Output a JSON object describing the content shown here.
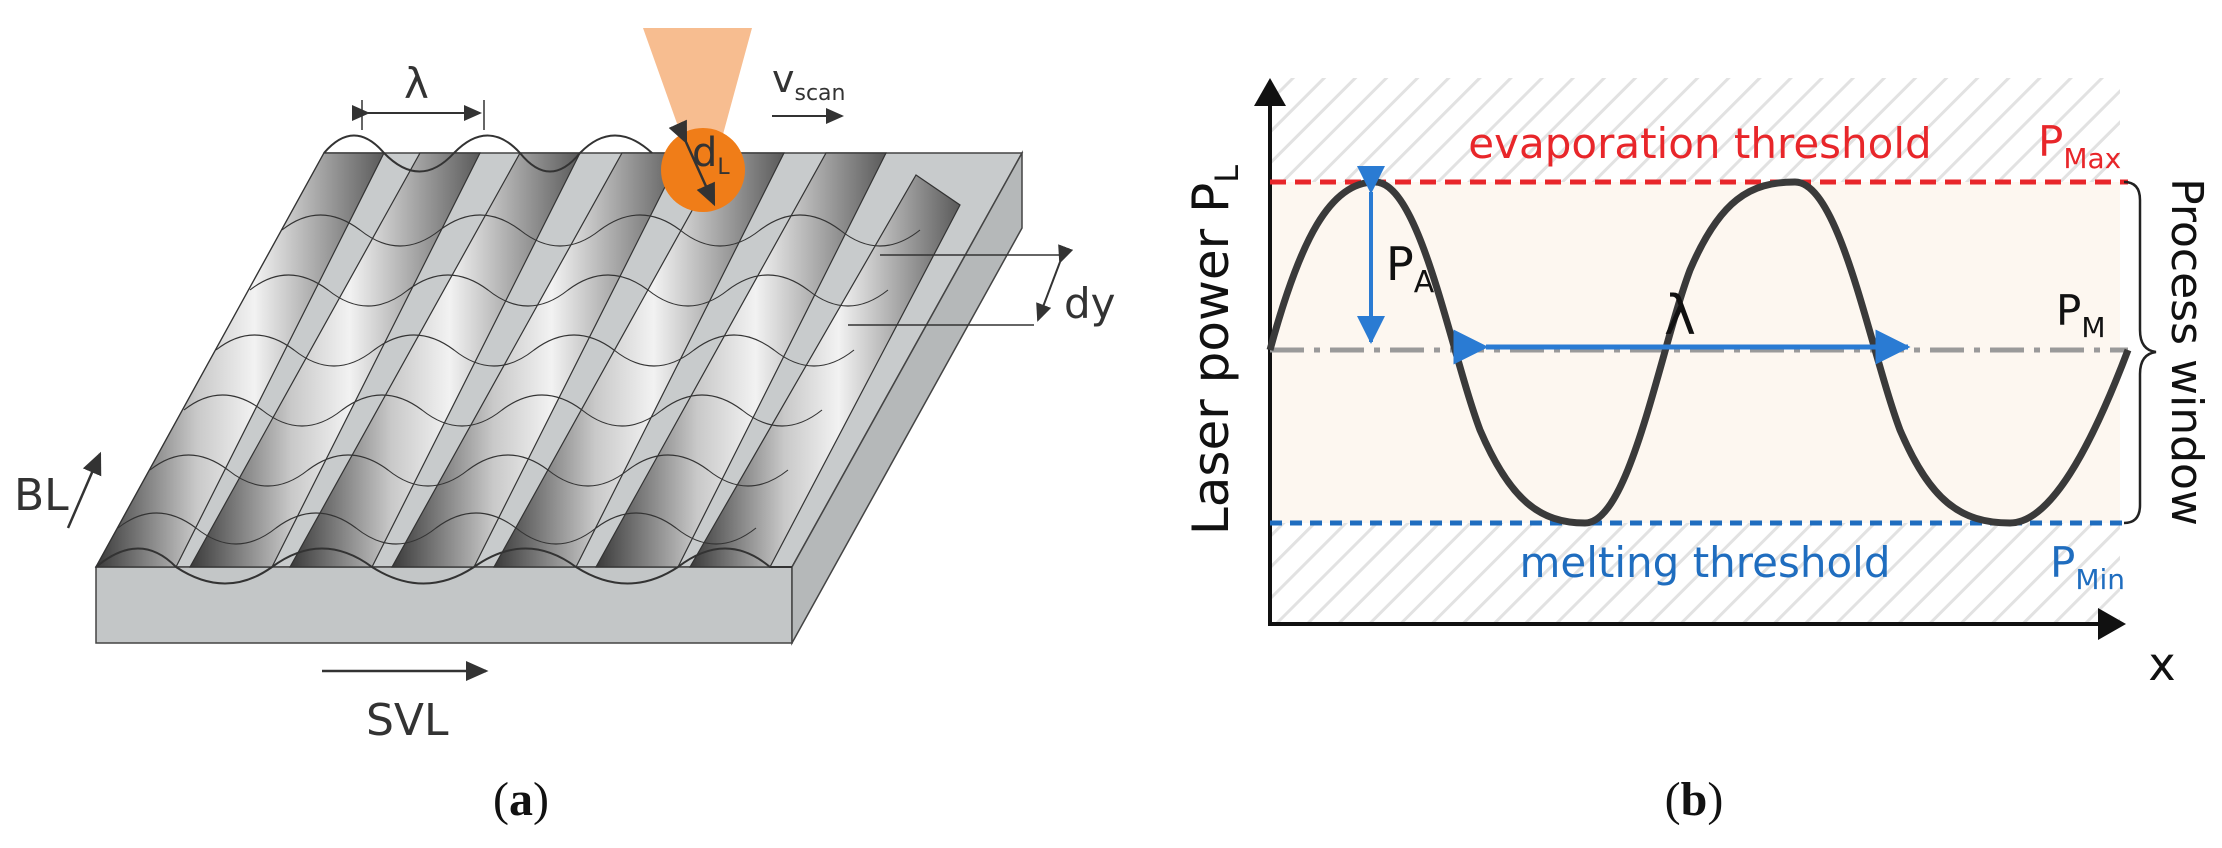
{
  "panel_a": {
    "caption_open": "(",
    "caption_letter": "a",
    "caption_close": ")",
    "wavelength_symbol": "λ",
    "scan_speed_base": "v",
    "scan_speed_sub": "scan",
    "spot_base": "d",
    "spot_sub": "L",
    "line_spacing": "dy",
    "bl_label": "BL",
    "svl_label": "SVL"
  },
  "panel_b": {
    "caption_open": "(",
    "caption_letter": "b",
    "caption_close": ")",
    "y_axis_label_base": "Laser power P",
    "y_axis_label_sub": "L",
    "x_axis_label": "x",
    "evaporation_label": "evaporation threshold",
    "melting_label": "melting threshold",
    "pmax_base": "P",
    "pmax_sub": "Max",
    "pmin_base": "P",
    "pmin_sub": "Min",
    "pm_base": "P",
    "pm_sub": "M",
    "pa_base": "P",
    "pa_sub": "A",
    "lambda_symbol": "λ",
    "process_window_label": "Process window",
    "colors": {
      "evaporation": "#e8262a",
      "melting": "#1f6dbf",
      "amplitude_arrow": "#2a7bd3",
      "mean_line": "#9a9a9a",
      "curve": "#3a3a3a",
      "window_fill": "#fdf7f0",
      "spot": "#f07d18",
      "beam": "#f7b98a"
    }
  }
}
